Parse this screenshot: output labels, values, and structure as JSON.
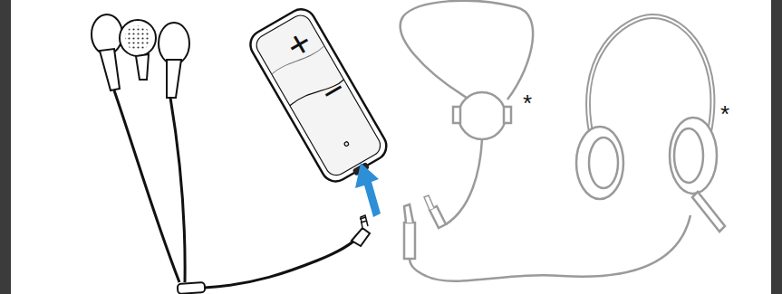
{
  "diagram": {
    "labels": [
      "+",
      "−",
      "*",
      "*"
    ]
  }
}
